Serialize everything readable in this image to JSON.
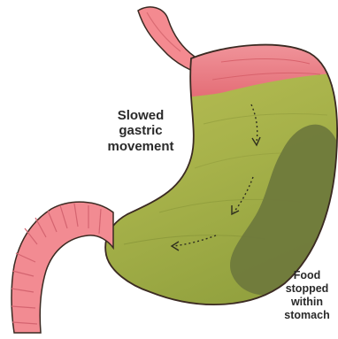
{
  "labels": {
    "movement_lines": [
      "Slowed",
      "gastric",
      "movement"
    ],
    "food_lines": [
      "Food",
      "stopped",
      "within",
      "stomach"
    ]
  },
  "colors": {
    "esophagus": "#f48a90",
    "upper_stomach": "#eb7a80",
    "stomach_content": "#aab550",
    "food_mass": "#6f7a3c",
    "intestine": "#f28b92",
    "outline": "#3b2a22",
    "text": "#2a2a2a"
  }
}
